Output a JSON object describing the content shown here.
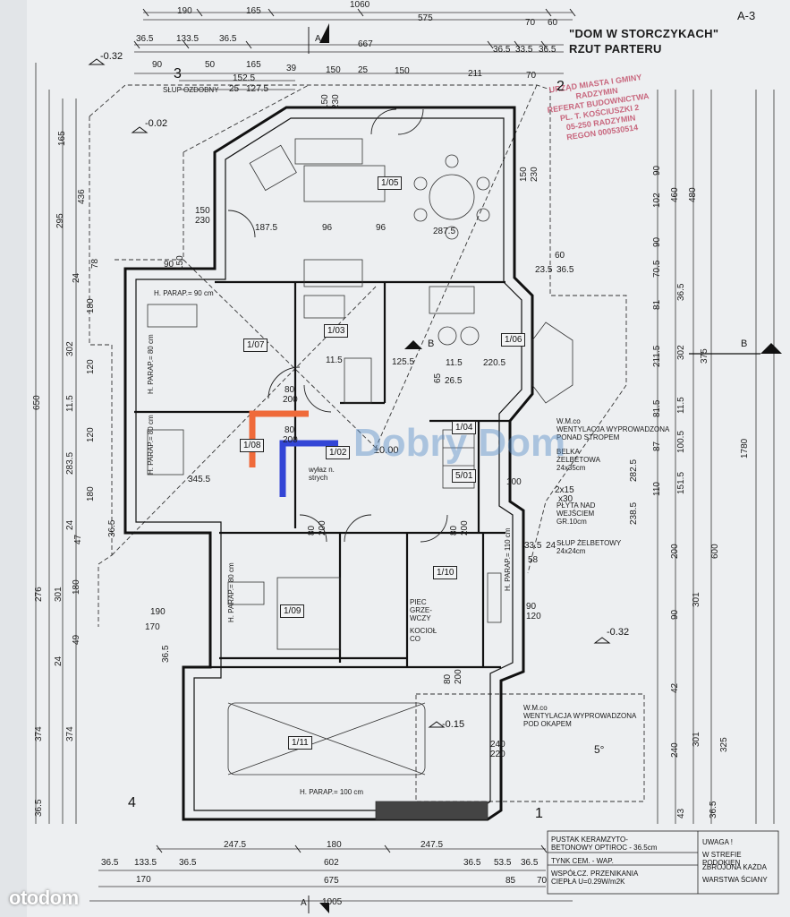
{
  "sheet": {
    "title_line1": "\"DOM W STORCZYKACH\"",
    "title_line2": "RZUT PARTERU",
    "sheet_no": "A-3"
  },
  "stamp": {
    "line1": "URZĄD MIASTA I GMINY",
    "line2": "RADZYMIN",
    "line3": "REFERAT BUDOWNICTWA",
    "line4": "PL. T. KOŚCIUSZKI 2",
    "line5": "05-250 RADZYMIN",
    "line6": "REGON 000530514"
  },
  "axes": {
    "a1": "1",
    "a2": "2",
    "a3": "3",
    "a4": "4",
    "section_a_top": "A",
    "section_a_bottom": "A",
    "section_b_left": "B",
    "section_b_right": "B"
  },
  "rooms": {
    "r105": "1/05",
    "r106": "1/06",
    "r107": "1/07",
    "r108": "1/08",
    "r103": "1/03",
    "r102": "1/02",
    "r104": "1/04",
    "r101": "5/01",
    "r109": "1/09",
    "r110": "1/10",
    "r111": "1/11"
  },
  "levels": {
    "l1": "-0.32",
    "l2": "-0.02",
    "l3": "±0.00",
    "l4": "-0.32",
    "l5": "-0.15"
  },
  "notes": {
    "parap1": "H. PARAP.= 90 cm",
    "parap2": "H. PARAP.= 80 cm",
    "parap3": "H. PARAP.= 80 cm",
    "parap4": "H. PARAP.= 80 cm",
    "parap5": "H. PARAP.= 110 cm",
    "parap6": "H. PARAP.= 100 cm",
    "slup1": "SŁUP OZDOBNY",
    "wm1": "W.M.co",
    "wm1b": "WENTYLACJA WYPROWADZONA",
    "wm1c": "PONAD STROPEM",
    "belka": "BELKA",
    "belka2": "ŻELBETOWA",
    "belka3": "24x35cm",
    "plyta": "PŁYTA NAD",
    "plyta2": "WEJŚCIEM",
    "plyta3": "GR.10cm",
    "slup2": "SŁUP ŻELBETOWY",
    "slup3": "24x24cm",
    "wm2": "W.M.co",
    "wm2b": "WENTYLACJA WYPROWADZONA",
    "wm2c": "POD OKAPEM",
    "piec": "PIEC",
    "piec2": "GRZE-",
    "piec3": "WCZY",
    "kocio": "KOCIOŁ",
    "kocio2": "CO",
    "wylaz": "wyłaz n.",
    "wylaz2": "strych",
    "slope": "5°"
  },
  "dims_top": [
    "1060",
    "190",
    "165",
    "575",
    "70",
    "60",
    "36.5",
    "133.5",
    "36.5",
    "667",
    "36.5",
    "33.5",
    "36.5",
    "90",
    "50",
    "165",
    "39",
    "150",
    "25",
    "150",
    "211",
    "70",
    "152.5",
    "25",
    "127.5"
  ],
  "dims_bottom": [
    "247.5",
    "180",
    "247.5",
    "36.5",
    "133.5",
    "36.5",
    "602",
    "36.5",
    "53.5",
    "36.5",
    "170",
    "675",
    "85",
    "70",
    "1005"
  ],
  "dims_left": [
    "165",
    "295",
    "436",
    "78",
    "180",
    "302",
    "24",
    "120",
    "650",
    "11.5",
    "120",
    "283.5",
    "180",
    "24",
    "47",
    "276",
    "36.5",
    "301",
    "180",
    "49",
    "24",
    "36.5",
    "374",
    "374",
    "36.5"
  ],
  "dims_right": [
    "90",
    "102",
    "460",
    "480",
    "90",
    "70.5",
    "81",
    "36.5",
    "211.5",
    "302",
    "375",
    "11.5",
    "81.5",
    "87",
    "100.5",
    "1780",
    "151.5",
    "282.5",
    "238.5",
    "110",
    "200",
    "600",
    "90",
    "301",
    "42",
    "240",
    "301",
    "325",
    "36.5",
    "43"
  ],
  "dims_inner": [
    "187.5",
    "96",
    "96",
    "287.5",
    "150",
    "230",
    "150",
    "230",
    "150",
    "230",
    "90",
    "150",
    "345.5",
    "80",
    "200",
    "80",
    "200",
    "11.5",
    "125.5",
    "11.5",
    "220.5",
    "65",
    "26.5",
    "80",
    "200",
    "80",
    "200",
    "190",
    "170",
    "240",
    "220",
    "33.5",
    "24",
    "58",
    "100",
    "2x15",
    "x30",
    "90",
    "120",
    "80",
    "200",
    "60",
    "23.5",
    "36.5"
  ],
  "legend": {
    "c1": "PUSTAK KERAMZYTO-",
    "c1b": "BETONOWY OPTIROC - 36.5cm",
    "c2": "TYNK CEM. - WAP.",
    "c3": "WSPÓŁCZ. PRZENIKANIA",
    "c3b": "CIEPŁA U=0.29W/m2K",
    "c4": "UWAGA !",
    "c4b": "W STREFIE PODOKIEN",
    "c4c": "ZBROJONA KAŻDA",
    "c4d": "WARSTWA ŚCIANY"
  },
  "watermark": "otodom",
  "overlay_text": "Dobry Dom"
}
